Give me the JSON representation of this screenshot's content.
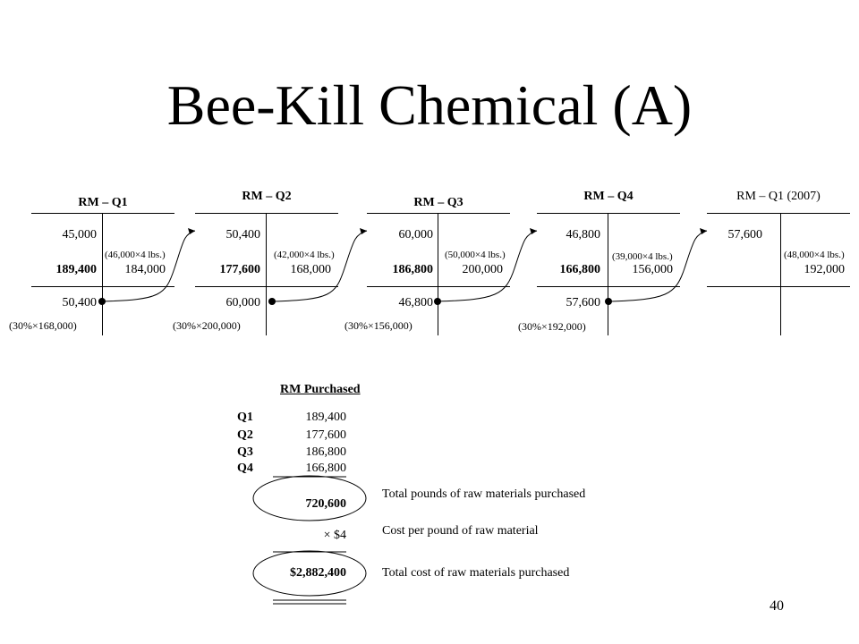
{
  "title": "Bee-Kill Chemical (A)",
  "accounts": [
    {
      "title": "RM – Q1",
      "beginning": "45,000",
      "debit": "189,400",
      "credit": "184,000",
      "credit_note": "(46,000×4 lbs.)",
      "ending": "50,400",
      "ending_note": "(30%×168,000)"
    },
    {
      "title": "RM – Q2",
      "beginning": "50,400",
      "debit": "177,600",
      "credit": "168,000",
      "credit_note": "(42,000×4 lbs.)",
      "ending": "60,000",
      "ending_note": "(30%×200,000)"
    },
    {
      "title": "RM – Q3",
      "beginning": "60,000",
      "debit": "186,800",
      "credit": "200,000",
      "credit_note": "(50,000×4 lbs.)",
      "ending": "46,800",
      "ending_note": "(30%×156,000)"
    },
    {
      "title": "RM – Q4",
      "beginning": "46,800",
      "debit": "166,800",
      "credit": "156,000",
      "credit_note": "(39,000×4 lbs.)",
      "ending": "57,600",
      "ending_note": "(30%×192,000)"
    },
    {
      "title": "RM – Q1 (2007)",
      "beginning": "57,600",
      "credit": "192,000",
      "credit_note": "(48,000×4 lbs.)"
    }
  ],
  "purchased": {
    "title": "RM Purchased",
    "rows": [
      {
        "quarter": "Q1",
        "value": "189,400"
      },
      {
        "quarter": "Q2",
        "value": "177,600"
      },
      {
        "quarter": "Q3",
        "value": "186,800"
      },
      {
        "quarter": "Q4",
        "value": "166,800"
      }
    ],
    "total": "720,600",
    "total_note": "Total pounds of raw materials purchased",
    "multiplier": "×  $4",
    "multiplier_note": "Cost per pound of raw material",
    "cost": "$2,882,400",
    "cost_note": "Total cost of raw materials purchased"
  },
  "page_number": "40"
}
